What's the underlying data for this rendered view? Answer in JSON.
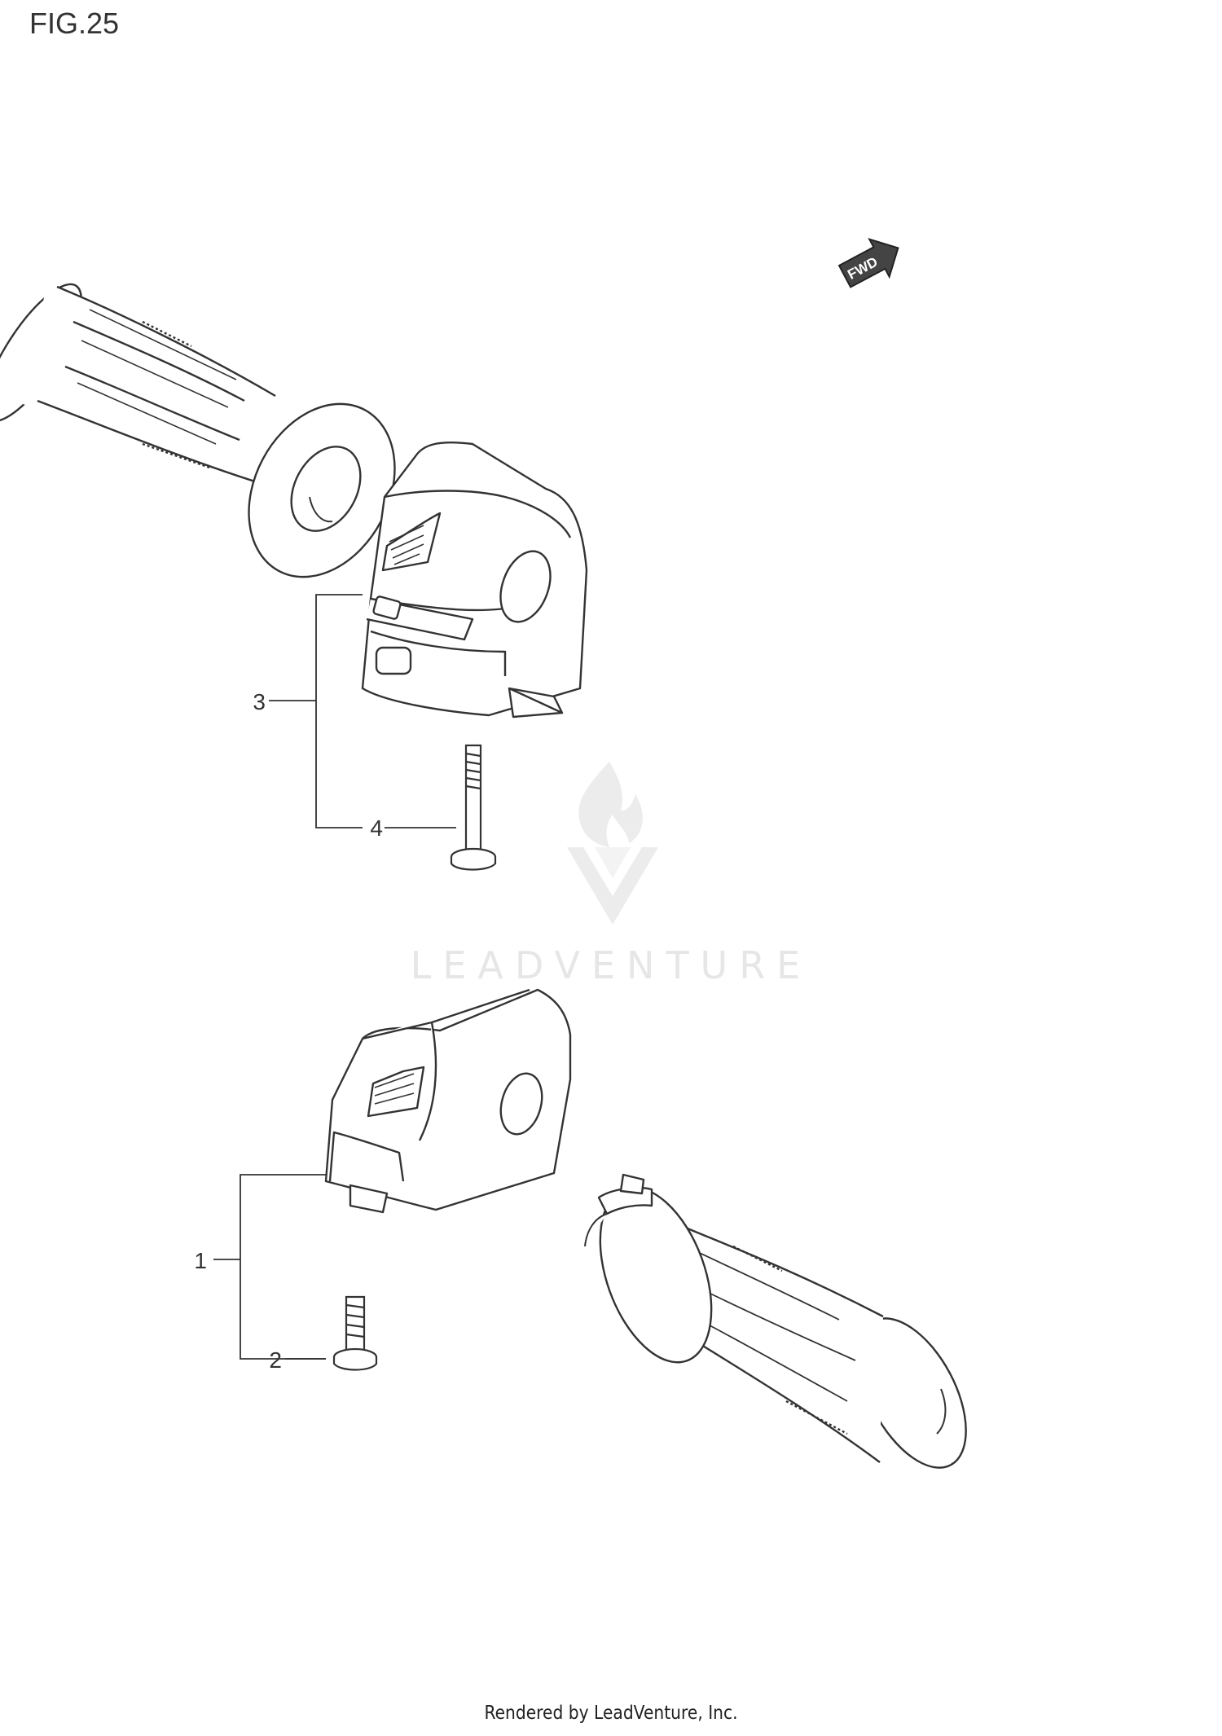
{
  "figure": {
    "title": "FIG.25"
  },
  "direction_marker": {
    "label": "FWD",
    "icon": "forward-arrow-icon"
  },
  "callouts": [
    {
      "id": "1",
      "label": "1"
    },
    {
      "id": "2",
      "label": "2"
    },
    {
      "id": "3",
      "label": "3"
    },
    {
      "id": "4",
      "label": "4"
    }
  ],
  "parts": [
    {
      "callout": "1",
      "icon": "left-handlebar-switch-icon"
    },
    {
      "callout": "2",
      "icon": "screw-icon"
    },
    {
      "callout": "3",
      "icon": "right-handlebar-switch-icon"
    },
    {
      "callout": "4",
      "icon": "screw-icon"
    }
  ],
  "watermark": {
    "text": "LEADVENTURE",
    "icon": "leadventure-logo-icon"
  },
  "footer": {
    "text": "Rendered by LeadVenture, Inc."
  },
  "colors": {
    "line": "#333333",
    "watermark": "#e6e6e6"
  }
}
